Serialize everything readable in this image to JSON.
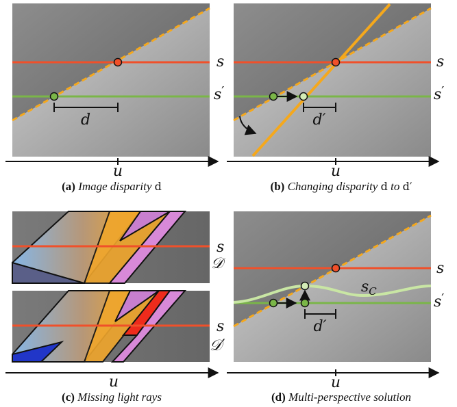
{
  "panels": {
    "a": {
      "caption_tag": "(a)",
      "caption_text": "Image disparity ",
      "caption_math": "d",
      "row_label_top": "s",
      "row_label_bottom": "s",
      "row_label_bottom_prime": "′",
      "disparity_label": "d",
      "axis_label": "u"
    },
    "b": {
      "caption_tag": "(b)",
      "caption_text": "Changing disparity ",
      "caption_math1": "d",
      "caption_mid": " to ",
      "caption_math2": "d′",
      "row_label_top": "s",
      "row_label_bottom": "s",
      "row_label_bottom_prime": "′",
      "disparity_label": "d′",
      "axis_label": "u"
    },
    "c": {
      "caption_tag": "(c)",
      "caption_text": "Missing light rays",
      "row_label_1": "s",
      "set_label_1": "𝒟",
      "row_label_2": "s",
      "set_label_2": "𝒟′",
      "axis_label": "u"
    },
    "d": {
      "caption_tag": "(d)",
      "caption_text": "Multi-perspective solution",
      "row_label_top": "s",
      "row_label_bottom": "s",
      "row_label_bottom_prime": "′",
      "curve_label": "s",
      "curve_label_sub": "C",
      "disparity_label": "d′",
      "axis_label": "u"
    }
  },
  "colors": {
    "red_line": "#f0502a",
    "green_line": "#7ab648",
    "orange_line": "#f5a81c",
    "light_green_curve": "#c9e6a4",
    "red_region": "#ee2b1c",
    "blue_region": "#2136c8",
    "violet_region": "#d889d8"
  }
}
